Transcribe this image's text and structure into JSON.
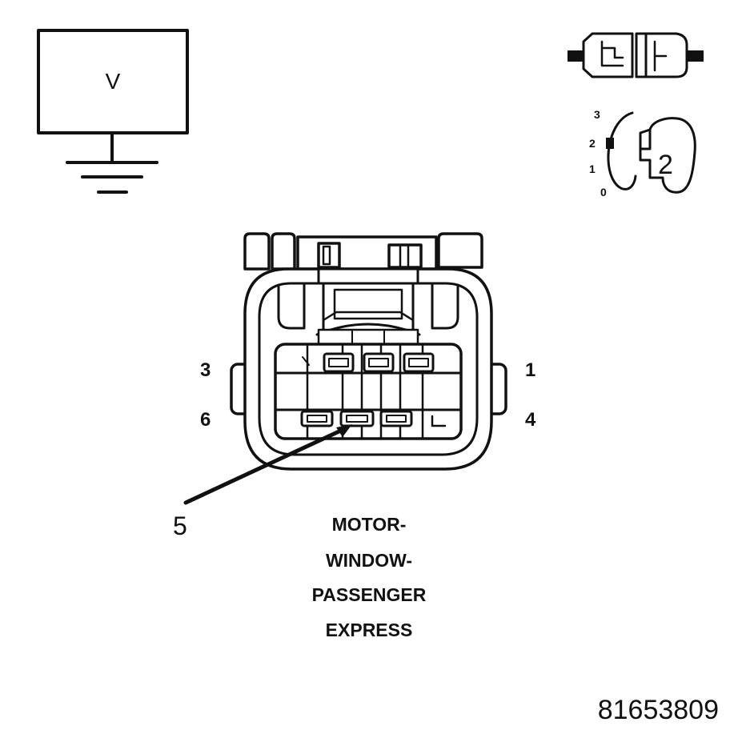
{
  "meter": {
    "symbol": "V"
  },
  "ignition": {
    "positions": [
      "3",
      "2",
      "1",
      "0"
    ],
    "selected": "2"
  },
  "connector": {
    "pins": {
      "p1": "1",
      "p3": "3",
      "p4": "4",
      "p6": "6"
    },
    "callout": "5"
  },
  "title": {
    "lines": [
      "MOTOR-",
      "WINDOW-",
      "PASSENGER",
      "EXPRESS"
    ]
  },
  "figure_id": "81653809"
}
